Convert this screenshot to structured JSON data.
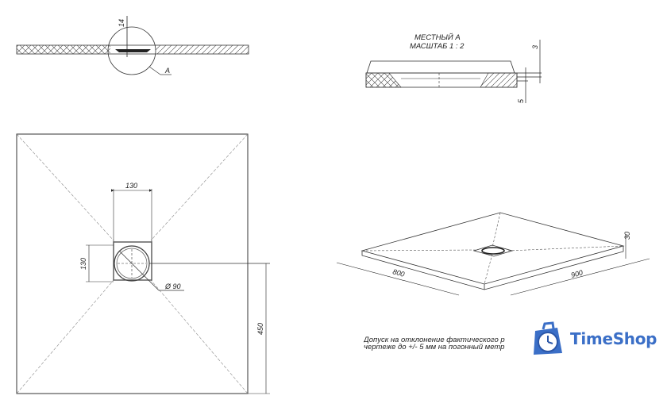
{
  "section_view": {
    "dimension_height": "14",
    "callout_label": "A"
  },
  "detail_view": {
    "title_line1": "МЕСТНЫЙ А",
    "title_line2": "МАСШТАБ 1 : 2",
    "dimension_top": "3",
    "dimension_bottom": "5"
  },
  "plan_view": {
    "drain_width": "130",
    "drain_height": "130",
    "drain_diameter": "Ø 90",
    "offset_to_drain": "450"
  },
  "iso_view": {
    "length": "800",
    "width": "900",
    "thickness": "30"
  },
  "note": {
    "line1": "Допуск на отклонение фактического р",
    "line2": "чертеже до +/- 5 мм на погонный метр"
  },
  "logo": {
    "brand": "TimeShop",
    "color": "#3b6fc7"
  }
}
